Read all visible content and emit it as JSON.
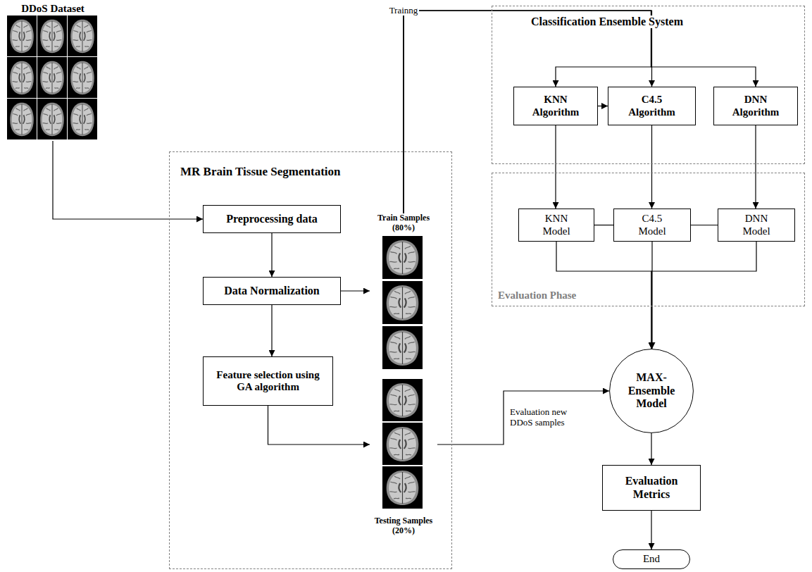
{
  "diagram": {
    "nodes": [
      {
        "text": [
          "DDoS Dataset"
        ]
      },
      {
        "text": [
          "MR Brain Tissue Segmentation"
        ]
      },
      {
        "text": [
          "Preprocessing data"
        ],
        "in": 1
      },
      {
        "text": [
          "Data Normalization"
        ],
        "in": 1
      },
      {
        "text": [
          "Feature selection using GA algorithm"
        ],
        "in": 1
      },
      {
        "text": [
          "Train Samples (80%)"
        ],
        "in": 1
      },
      {
        "text": [
          "Testing Samples (20%)"
        ],
        "in": 1
      },
      {
        "text": [
          "Classification Ensemble System"
        ]
      },
      {
        "text": [
          "KNN Algorithm"
        ],
        "in": 7
      },
      {
        "text": [
          "C4.5 Algorithm"
        ],
        "in": 7
      },
      {
        "text": [
          "DNN Algorithm"
        ],
        "in": 7
      },
      {
        "text": [
          "Evaluation Phase"
        ]
      },
      {
        "text": [
          "KNN Model"
        ],
        "in": 11
      },
      {
        "text": [
          "C4.5 Model"
        ],
        "in": 11
      },
      {
        "text": [
          "DNN Model"
        ],
        "in": 11
      },
      {
        "text": [
          "MAX- Ensemble Model"
        ]
      },
      {
        "text": [
          "Evaluation Metrics"
        ]
      },
      {
        "text": [
          "End"
        ]
      }
    ],
    "edges": [
      {
        "from": 0,
        "to": 2,
        "arrow": "to"
      },
      {
        "from": 2,
        "to": 3,
        "arrow": "to"
      },
      {
        "from": 3,
        "to": 5,
        "arrow": "to"
      },
      {
        "from": 3,
        "to": 4,
        "arrow": "to"
      },
      {
        "from": 4,
        "to": 6,
        "arrow": "to"
      },
      {
        "from": 5,
        "to": 9,
        "label": "Trainng",
        "arrow": "to"
      },
      {
        "from": 5,
        "to": 8,
        "arrow": "to"
      },
      {
        "from": 5,
        "to": 10,
        "arrow": "to"
      },
      {
        "from": 8,
        "to": 9,
        "arrow": "to"
      },
      {
        "from": 8,
        "to": 12,
        "arrow": "to"
      },
      {
        "from": 9,
        "to": 13,
        "arrow": "to"
      },
      {
        "from": 10,
        "to": 14,
        "arrow": "to"
      },
      {
        "from": 12,
        "to": 13,
        "arrow": "none"
      },
      {
        "from": 13,
        "to": 14,
        "arrow": "none"
      },
      {
        "from": 12,
        "to": 15,
        "arrow": "to"
      },
      {
        "from": 13,
        "to": 15,
        "arrow": "to"
      },
      {
        "from": 14,
        "to": 15,
        "arrow": "to"
      },
      {
        "from": 6,
        "to": 15,
        "label": "Evaluation new DDoS samples",
        "arrow": "to"
      },
      {
        "from": 15,
        "to": 16,
        "arrow": "to"
      },
      {
        "from": 16,
        "to": 17,
        "arrow": "to"
      }
    ]
  }
}
